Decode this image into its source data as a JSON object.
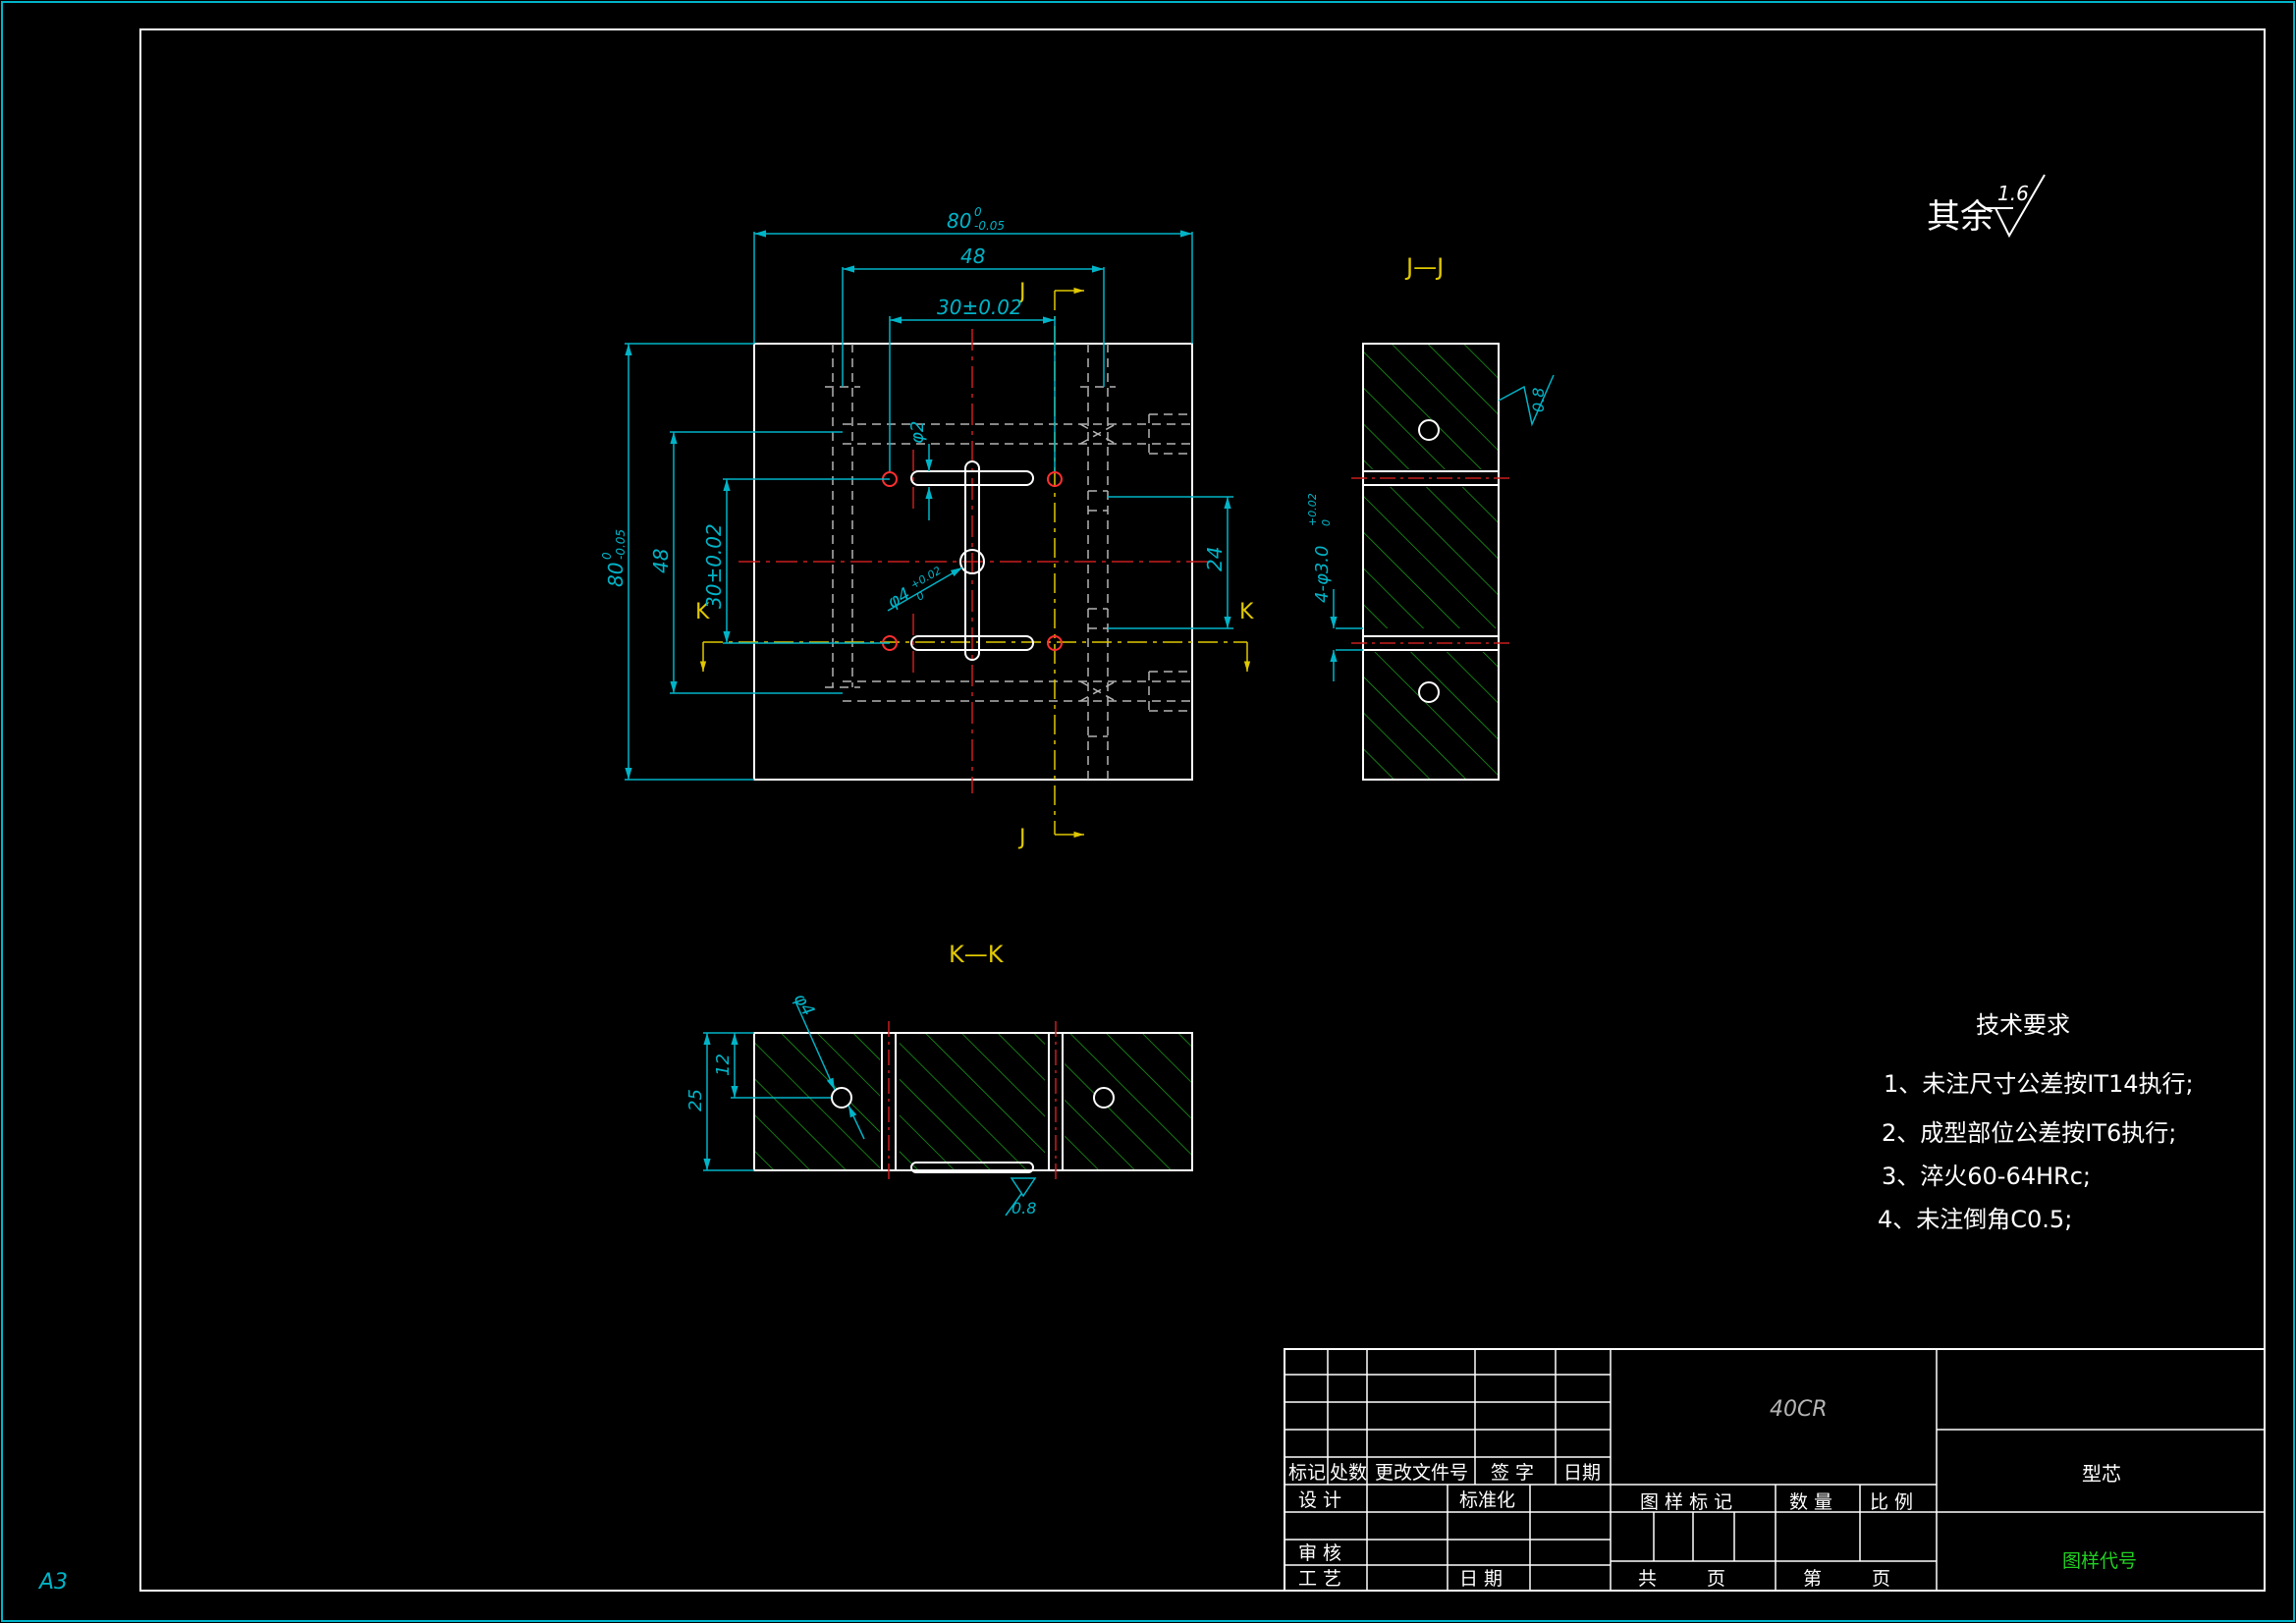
{
  "sheet": {
    "size_label": "A3"
  },
  "colors": {
    "background": "#000000",
    "border": "#ffffff",
    "dimension": "#00b4c8",
    "centerline": "#c81e1e",
    "section_label": "#e0c800",
    "hatch": "#1ea01e",
    "hidden": "#b4b4b4",
    "title_green": "#22d022"
  },
  "roughness": {
    "label": "其余",
    "value": "1.6"
  },
  "top_view": {
    "dims": {
      "overall_width": "80",
      "overall_width_tol_upper": "0",
      "overall_width_tol_lower": "-0.05",
      "width_48": "48",
      "width_30": "30±0.02",
      "overall_height": "80",
      "overall_height_tol_upper": "0",
      "overall_height_tol_lower": "-0.05",
      "height_48": "48",
      "height_30": "30±0.02",
      "dim_24": "24",
      "hole_d2": "φ2",
      "hole_d4": "φ4",
      "hole_d4_tol_upper": "+0.02",
      "hole_d4_tol_lower": "0"
    },
    "section_marks": {
      "j_top": "J",
      "j_bottom": "J",
      "k_left": "K",
      "k_right": "K"
    }
  },
  "jj_view": {
    "title": "J—J",
    "dims": {
      "holes": "4-φ3.0",
      "holes_tol_upper": "+0.02",
      "holes_tol_lower": "0"
    },
    "roughness": "0.8"
  },
  "kk_view": {
    "title": "K—K",
    "dims": {
      "hole_d4": "φ4",
      "height_25": "25",
      "height_12": "12"
    },
    "roughness": "0.8"
  },
  "tech_requirements": {
    "title": "技术要求",
    "items": [
      "1、未注尺寸公差按IT14执行;",
      "2、成型部位公差按IT6执行;",
      "3、淬火60-64HRc;",
      "4、未注倒角C0.5;"
    ]
  },
  "title_block": {
    "material": "40CR",
    "part_name": "型芯",
    "drawing_code": "图样代号",
    "rev_headers": [
      "标记",
      "处数",
      "更改文件号",
      "签 字",
      "日期"
    ],
    "design": "设 计",
    "standardization": "标准化",
    "review": "审 核",
    "process": "工 艺",
    "date": "日 期",
    "drawing_mark": "图 样 标 记",
    "quantity": "数 量",
    "scale": "比 例",
    "total": "共",
    "sheet_no": "第",
    "page": "页",
    "page2": "页"
  }
}
